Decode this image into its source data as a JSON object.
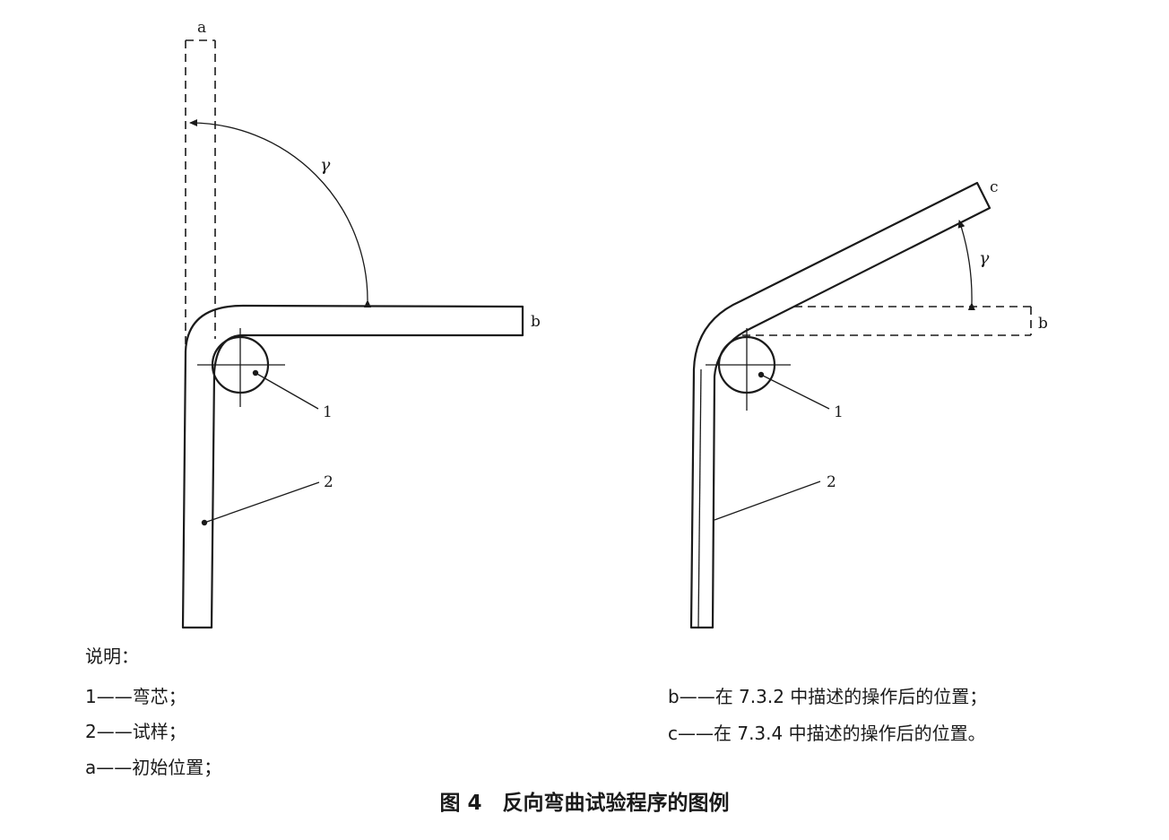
{
  "diagram": {
    "left": {
      "label_a": "a",
      "label_b": "b",
      "label_gamma": "γ",
      "label_1": "1",
      "label_2": "2"
    },
    "right": {
      "label_b": "b",
      "label_c": "c",
      "label_gamma": "γ",
      "label_1": "1",
      "label_2": "2"
    }
  },
  "legend": {
    "title": "说明：",
    "items": [
      "1——弯芯；",
      "2——试样；",
      "a——初始位置；"
    ],
    "right_items": [
      "b——在 7.3.2 中描述的操作后的位置；",
      "c——在 7.3.4 中描述的操作后的位置。"
    ]
  },
  "caption": "图 4　反向弯曲试验程序的图例"
}
